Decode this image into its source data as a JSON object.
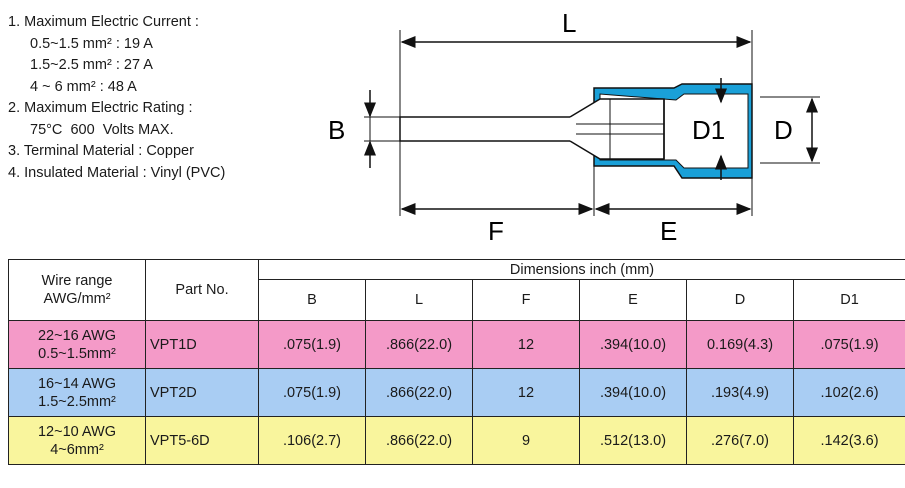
{
  "specs": {
    "item1_title": "1. Maximum Electric Current :",
    "item1_lines": [
      "0.5~1.5 mm² : 19 A",
      "1.5~2.5 mm² : 27 A",
      "4 ~ 6 mm² : 48 A"
    ],
    "item2_title": "2. Maximum Electric Rating :",
    "item2_line": "75°C  600  Volts MAX.",
    "item3": "3. Terminal Material : Copper",
    "item4": "4. Insulated Material : Vinyl (PVC)"
  },
  "diagram": {
    "label_L": "L",
    "label_B": "B",
    "label_D1": "D1",
    "label_D": "D",
    "label_F": "F",
    "label_E": "E",
    "colors": {
      "insulation": "#1aa0d8",
      "outline": "#111111"
    }
  },
  "table": {
    "header_range": [
      "Wire range",
      "AWG/mm²"
    ],
    "header_part": "Part No.",
    "header_dims": "Dimensions inch (mm)",
    "columns": [
      "B",
      "L",
      "F",
      "E",
      "D",
      "D1"
    ],
    "rows": [
      {
        "range1": "22~16 AWG",
        "range2": "0.5~1.5mm²",
        "part": "VPT1D",
        "values": [
          ".075(1.9)",
          ".866(22.0)",
          "12",
          ".394(10.0)",
          "0.169(4.3)",
          ".075(1.9)"
        ],
        "color": "#f49ac8"
      },
      {
        "range1": "16~14 AWG",
        "range2": "1.5~2.5mm²",
        "part": "VPT2D",
        "values": [
          ".075(1.9)",
          ".866(22.0)",
          "12",
          ".394(10.0)",
          ".193(4.9)",
          ".102(2.6)"
        ],
        "color": "#a9cdf3"
      },
      {
        "range1": "12~10 AWG",
        "range2": "4~6mm²",
        "part": "VPT5-6D",
        "values": [
          ".106(2.7)",
          ".866(22.0)",
          "9",
          ".512(13.0)",
          ".276(7.0)",
          ".142(3.6)"
        ],
        "color": "#f9f59d"
      }
    ]
  }
}
